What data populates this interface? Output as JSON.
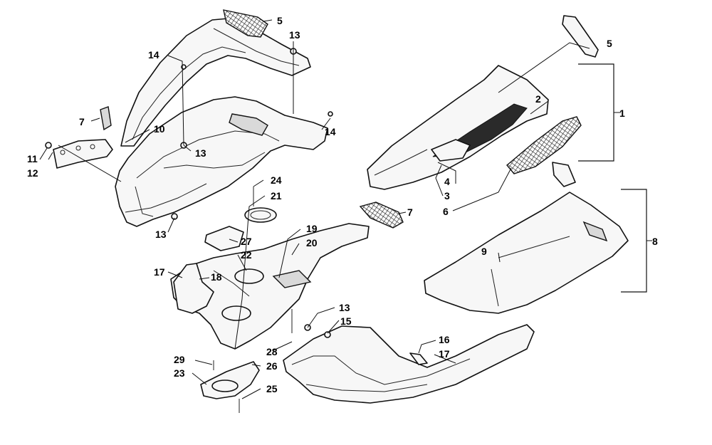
{
  "callouts": {
    "c1": "1",
    "c2": "2",
    "c3": "3",
    "c4": "4",
    "c5a": "5",
    "c5b": "5",
    "c6": "6",
    "c7a": "7",
    "c7b": "7",
    "c8": "8",
    "c9": "9",
    "c10": "10",
    "c11": "11",
    "c12": "12",
    "c13a": "13",
    "c13b": "13",
    "c13c": "13",
    "c13d": "13",
    "c14a": "14",
    "c14b": "14",
    "c15": "15",
    "c16": "16",
    "c17a": "17",
    "c17b": "17",
    "c18": "18",
    "c19": "19",
    "c20": "20",
    "c21": "21",
    "c22": "22",
    "c23": "23",
    "c24": "24",
    "c25": "25",
    "c26": "26",
    "c27": "27",
    "c28": "28",
    "c29": "29"
  },
  "colors": {
    "line": "#111111",
    "background": "#ffffff"
  }
}
